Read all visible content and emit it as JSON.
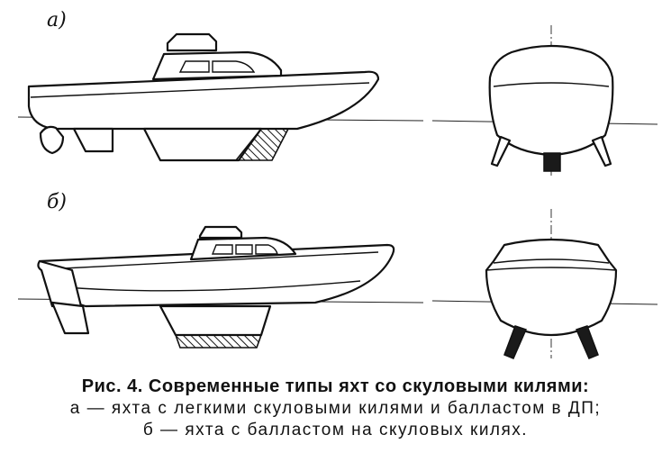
{
  "labels": {
    "a": "а)",
    "b": "б)"
  },
  "caption": {
    "title": "Рис. 4. Современные типы яхт со скуловыми килями:",
    "line_a": "а — яхта с легкими скуловыми килями и балластом в ДП;",
    "line_b": "б — яхта с балластом на скуловых килях."
  }
}
